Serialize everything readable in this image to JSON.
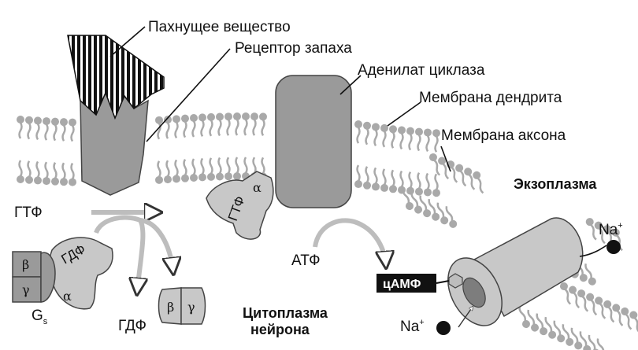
{
  "labels": {
    "odorant": "Пахнущее вещество",
    "receptor": "Рецептор запаха",
    "adenylate_cyclase": "Аденилат циклаза",
    "dendrite_membrane": "Мембрана дендрита",
    "axon_membrane": "Мембрана аксона",
    "exoplasm": "Экзоплазма",
    "cytoplasm_line1": "Цитоплазма",
    "cytoplasm_line2": "нейрона"
  },
  "molecules": {
    "gtp": "ГТФ",
    "gdp_free": "ГДФ",
    "gdp_bound": "ГДФ",
    "gtp_bound": "ГТФ",
    "atp": "АТФ",
    "camp": "цАМФ",
    "na_out": "Na",
    "na_in": "Na",
    "na_charge": "+"
  },
  "subunits": {
    "alpha": "α",
    "beta": "β",
    "gamma": "γ",
    "alpha_bound": "α",
    "beta_free": "β",
    "gamma_free": "γ",
    "gs_main": "G",
    "gs_sub": "s"
  },
  "colors": {
    "membrane_bead": "#a9a9a9",
    "protein": "#9a9a9a",
    "protein_light": "#c8c8c8",
    "arrow": "#bdbdbd",
    "ink": "#111111"
  }
}
